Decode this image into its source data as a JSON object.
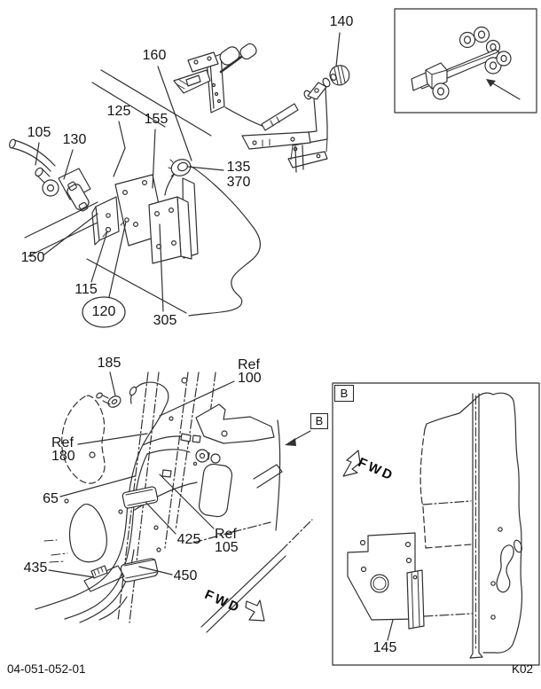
{
  "page": {
    "footer_left": "04-051-052-01",
    "footer_right": "K02"
  },
  "highlight": {
    "color": "#22ac38",
    "circled_part": "120"
  },
  "callouts": {
    "c105": "105",
    "c130": "130",
    "c125": "125",
    "c155": "155",
    "c160": "160",
    "c140": "140",
    "c135": "135",
    "c370": "370",
    "c150": "150",
    "c115": "115",
    "c120": "120",
    "c305": "305",
    "c185": "185",
    "c65": "65",
    "c425": "425",
    "c435": "435",
    "c450": "450",
    "c145": "145",
    "ref": "Ref",
    "ref100": "100",
    "ref180": "180",
    "ref105": "105"
  },
  "annotations": {
    "fwd": "FWD",
    "detail": "B"
  }
}
